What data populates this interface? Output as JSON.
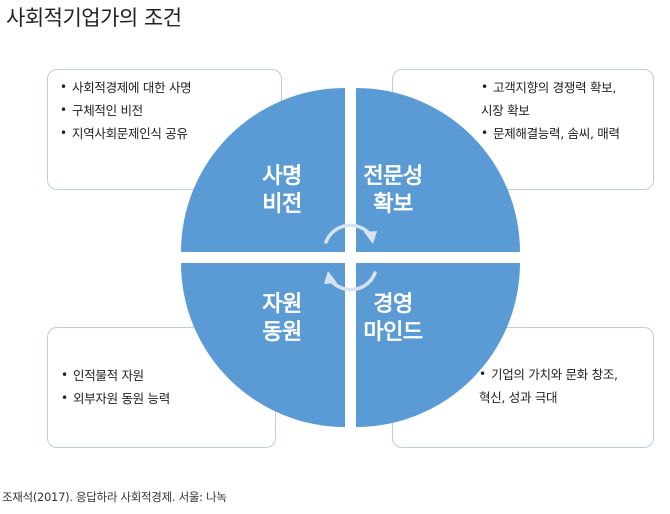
{
  "title": "사회적기업가의 조건",
  "quadrants": {
    "top_left": {
      "line1": "사명",
      "line2": "비전"
    },
    "top_right": {
      "line1": "전문성",
      "line2": "확보"
    },
    "bottom_left": {
      "line1": "자원",
      "line2": "동원"
    },
    "bottom_right": {
      "line1": "경영",
      "line2": "마인드"
    }
  },
  "boxes": {
    "top_left": [
      "사회적경제에 대한 사명",
      "구체적인 비전",
      "지역사회문제인식 공유"
    ],
    "top_right": [
      "고객지향의 경쟁력 확보,",
      "시장 확보",
      "문제해결능력, 솜씨, 매력"
    ],
    "bottom_left": [
      "인적물적 자원",
      "외부자원 동원 능력"
    ],
    "bottom_right": [
      "기업의 가치와 문화 창조,",
      "혁신, 성과 극대"
    ]
  },
  "source": "조재석(2017). 응답하라 사회적경제. 서울: 나녹",
  "colors": {
    "circle": "#5b9bd5",
    "box_border": "#b9cde6",
    "arrow": "#d6e4f2"
  }
}
